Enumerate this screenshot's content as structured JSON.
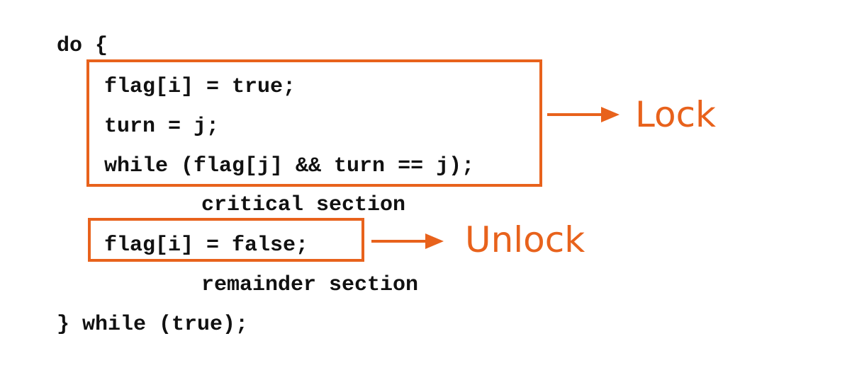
{
  "code": {
    "line_do": "do {",
    "line_flag_true": "flag[i] = true;",
    "line_turn": "turn = j;",
    "line_while": "while (flag[j] && turn == j);",
    "line_critical": "critical section",
    "line_flag_false": "flag[i] = false;",
    "line_remainder": "remainder section",
    "line_end": "} while (true);"
  },
  "annotations": {
    "lock_label": "Lock",
    "unlock_label": "Unlock"
  },
  "colors": {
    "accent": "#e8621c",
    "code_text": "#111111",
    "background": "#ffffff"
  }
}
